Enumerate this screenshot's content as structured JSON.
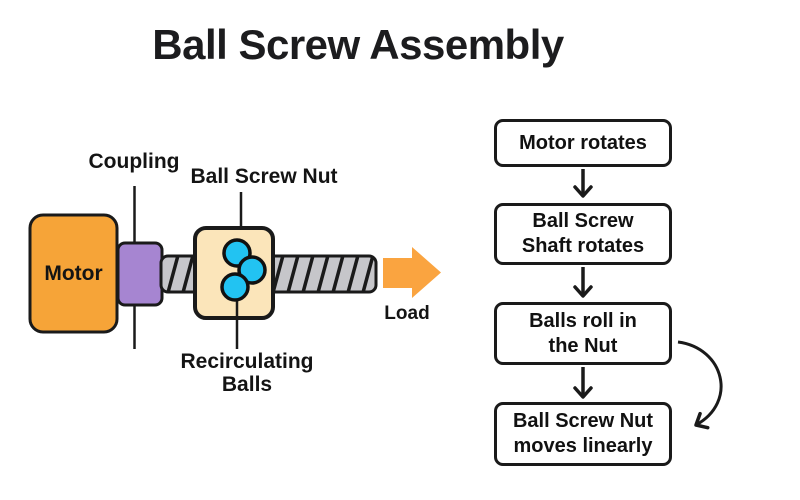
{
  "title": "Ball Screw Assembly",
  "colors": {
    "motor_orange": "#F6A438",
    "arrow_orange": "#FAA440",
    "coupling_purple": "#A685D1",
    "nut_cream": "#FBE5BA",
    "ball_blue": "#22C3F2",
    "shaft_gray": "#C6C6CA",
    "line_black": "#1A1A1A"
  },
  "diagram": {
    "motor_label": "Motor",
    "coupling_label": "Coupling",
    "nut_label": "Ball Screw Nut",
    "recirculating_line1": "Recirculating",
    "recirculating_line2": "Balls",
    "load_label": "Load"
  },
  "flowchart": {
    "steps": [
      {
        "lines": [
          "Motor rotates",
          ""
        ]
      },
      {
        "lines": [
          "Ball Screw",
          "Shaft rotates"
        ]
      },
      {
        "lines": [
          "Balls roll in",
          "the Nut"
        ]
      },
      {
        "lines": [
          "Ball Screw Nut",
          "moves linearly"
        ]
      }
    ]
  }
}
